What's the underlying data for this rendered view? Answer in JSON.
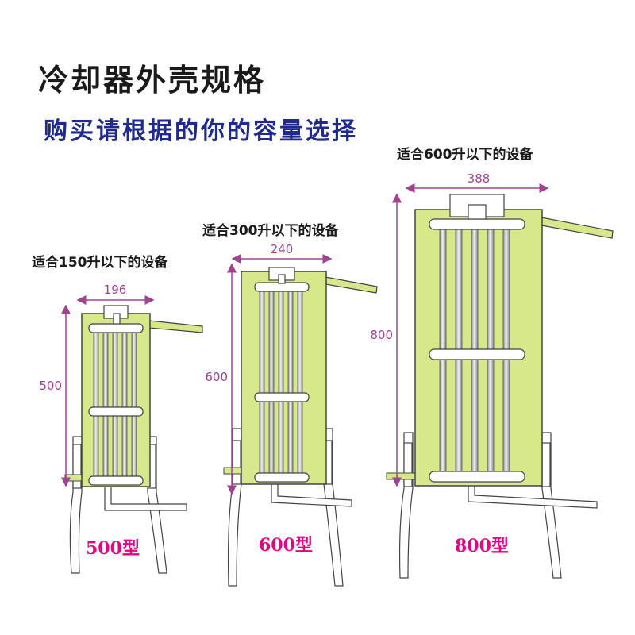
{
  "title": "冷却器外壳规格",
  "subtitle": "购买请根据的你的容量选择",
  "colors": {
    "body": "#d6e88a",
    "dimension": "#a0438f",
    "model": "#e4007f",
    "subtitle": "#1f2a8c"
  },
  "units": [
    {
      "model": "500型",
      "capacity": "适合150升以下的设备",
      "width": "196",
      "height": "500"
    },
    {
      "model": "600型",
      "capacity": "适合300升以下的设备",
      "width": "240",
      "height": "600"
    },
    {
      "model": "800型",
      "capacity": "适合600升以下的设备",
      "width": "388",
      "height": "800"
    }
  ]
}
